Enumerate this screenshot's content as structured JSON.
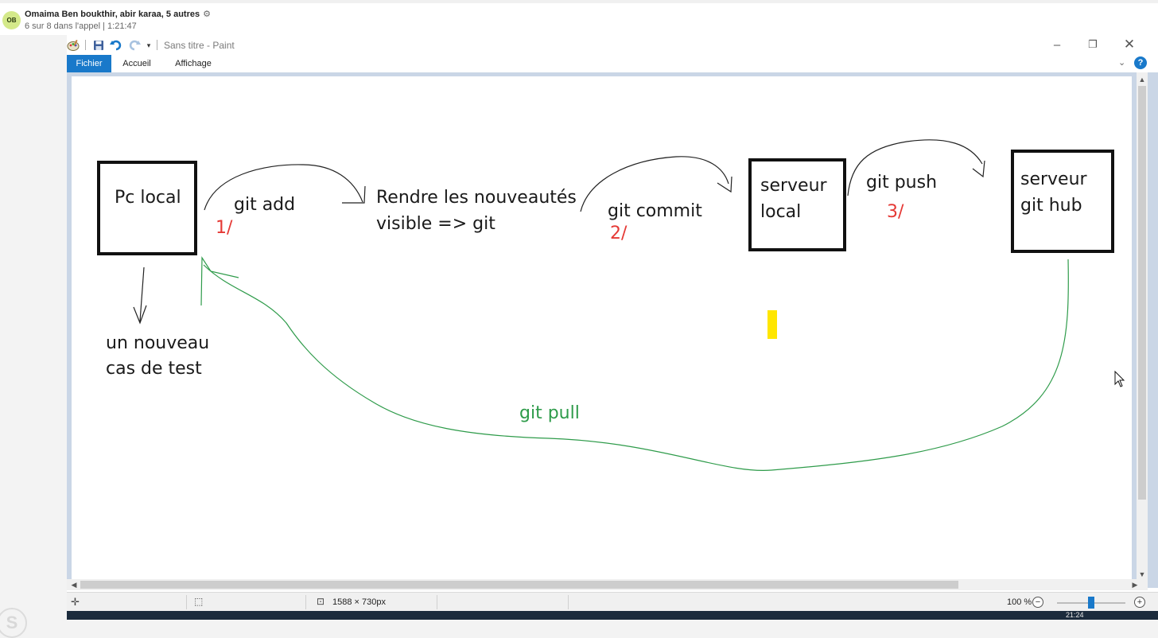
{
  "call": {
    "avatar_initials": "OB",
    "participants": "Omaima Ben boukthir, abir karaa, 5 autres",
    "status": "6 sur 8 dans l'appel | 1:21:47"
  },
  "window": {
    "title": "Sans titre - Paint",
    "tabs": [
      "Fichier",
      "Accueil",
      "Affichage"
    ]
  },
  "canvas": {
    "pc_local": "Pc local",
    "git_add": "git add",
    "step1": "1/",
    "rendre_line1": "Rendre les nouveautés",
    "rendre_line2": "visible => git",
    "git_commit": "git commit",
    "step2": "2/",
    "serveur_local_line1": "serveur",
    "serveur_local_line2": "local",
    "git_push": "git push",
    "step3": "3/",
    "serveur_hub_line1": "serveur",
    "serveur_hub_line2": "git hub",
    "nouveau_line1": "un nouveau",
    "nouveau_line2": "cas de test",
    "git_pull": "git pull"
  },
  "statusbar": {
    "dimensions": "1588 × 730px",
    "zoom": "100 %"
  },
  "taskbar": {
    "clock": "21:24"
  },
  "colors": {
    "accent": "#1979ca",
    "ink_black": "#1a1a1a",
    "ink_red": "#e53935",
    "ink_green": "#2e9b4a",
    "highlight_yellow": "#ffe600"
  }
}
